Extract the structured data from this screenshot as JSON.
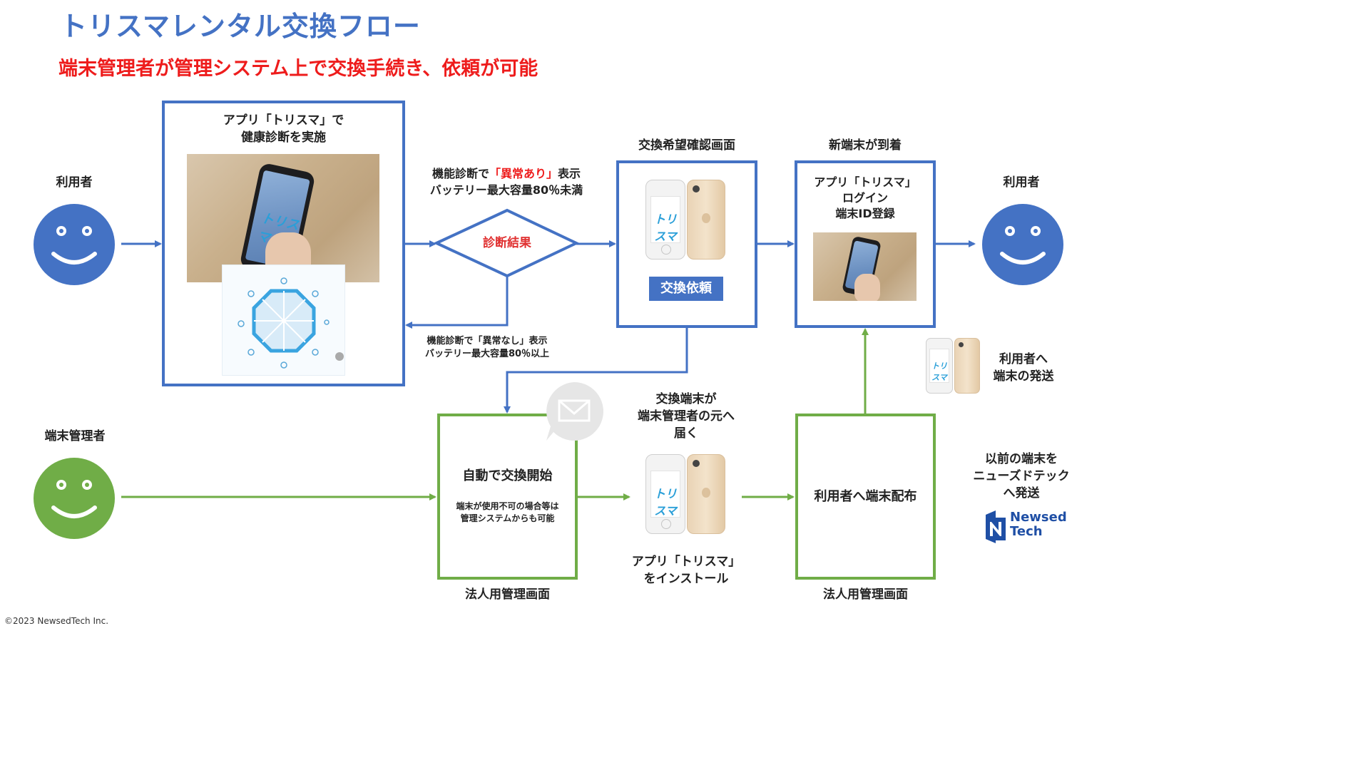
{
  "title": "トリスマレンタル交換フロー",
  "subtitle": "端末管理者が管理システム上で交換手続き、依頼が可能",
  "colors": {
    "blue": "#4472c4",
    "green": "#70ad47",
    "red": "#ee1c1c",
    "title_blue": "#4472c4"
  },
  "actors": {
    "user_left": "利用者",
    "user_right": "利用者",
    "admin": "端末管理者"
  },
  "box1": {
    "line1": "アプリ「トリスマ」で",
    "line2": "健康診断を実施"
  },
  "app_logo": "トリスマ",
  "diamond_label": "診断結果",
  "abnormal": {
    "line1_prefix": "機能診断で",
    "line1_highlight": "「異常あり」",
    "line1_suffix": "表示",
    "line2": "バッテリー最大容量80％未満"
  },
  "normal": {
    "line1": "機能診断で「異常なし」表示",
    "line2": "バッテリー最大容量80％以上"
  },
  "exchange_confirm": {
    "caption": "交換希望確認画面",
    "button": "交換依頼"
  },
  "new_device": {
    "caption": "新端末が到着",
    "line1": "アプリ「トリスマ」",
    "line2": "ログイン",
    "line3": "端末ID登録"
  },
  "ship_to_user": {
    "line1": "利用者へ",
    "line2": "端末の発送"
  },
  "auto_exchange": {
    "title": "自動で交換開始",
    "note1": "端末が使用不可の場合等は",
    "note2": "管理システムからも可能",
    "caption": "法人用管理画面"
  },
  "admin_receive": {
    "line1": "交換端末が",
    "line2": "端末管理者の元へ",
    "line3": "届く"
  },
  "install": {
    "line1": "アプリ「トリスマ」",
    "line2": "をインストール"
  },
  "distribute": {
    "title": "利用者へ端末配布",
    "caption": "法人用管理画面"
  },
  "return_old": {
    "line1": "以前の端末を",
    "line2": "ニューズドテック",
    "line3": "へ発送"
  },
  "brand_logo": {
    "word1": "Newsed",
    "word2": "Tech"
  },
  "icons": [
    "smiley-face-icon",
    "mail-envelope-icon",
    "newsedtech-logo-icon",
    "smartphone-icon",
    "diagnosis-octagon-icon"
  ],
  "copyright": "©2023 NewsedTech Inc."
}
